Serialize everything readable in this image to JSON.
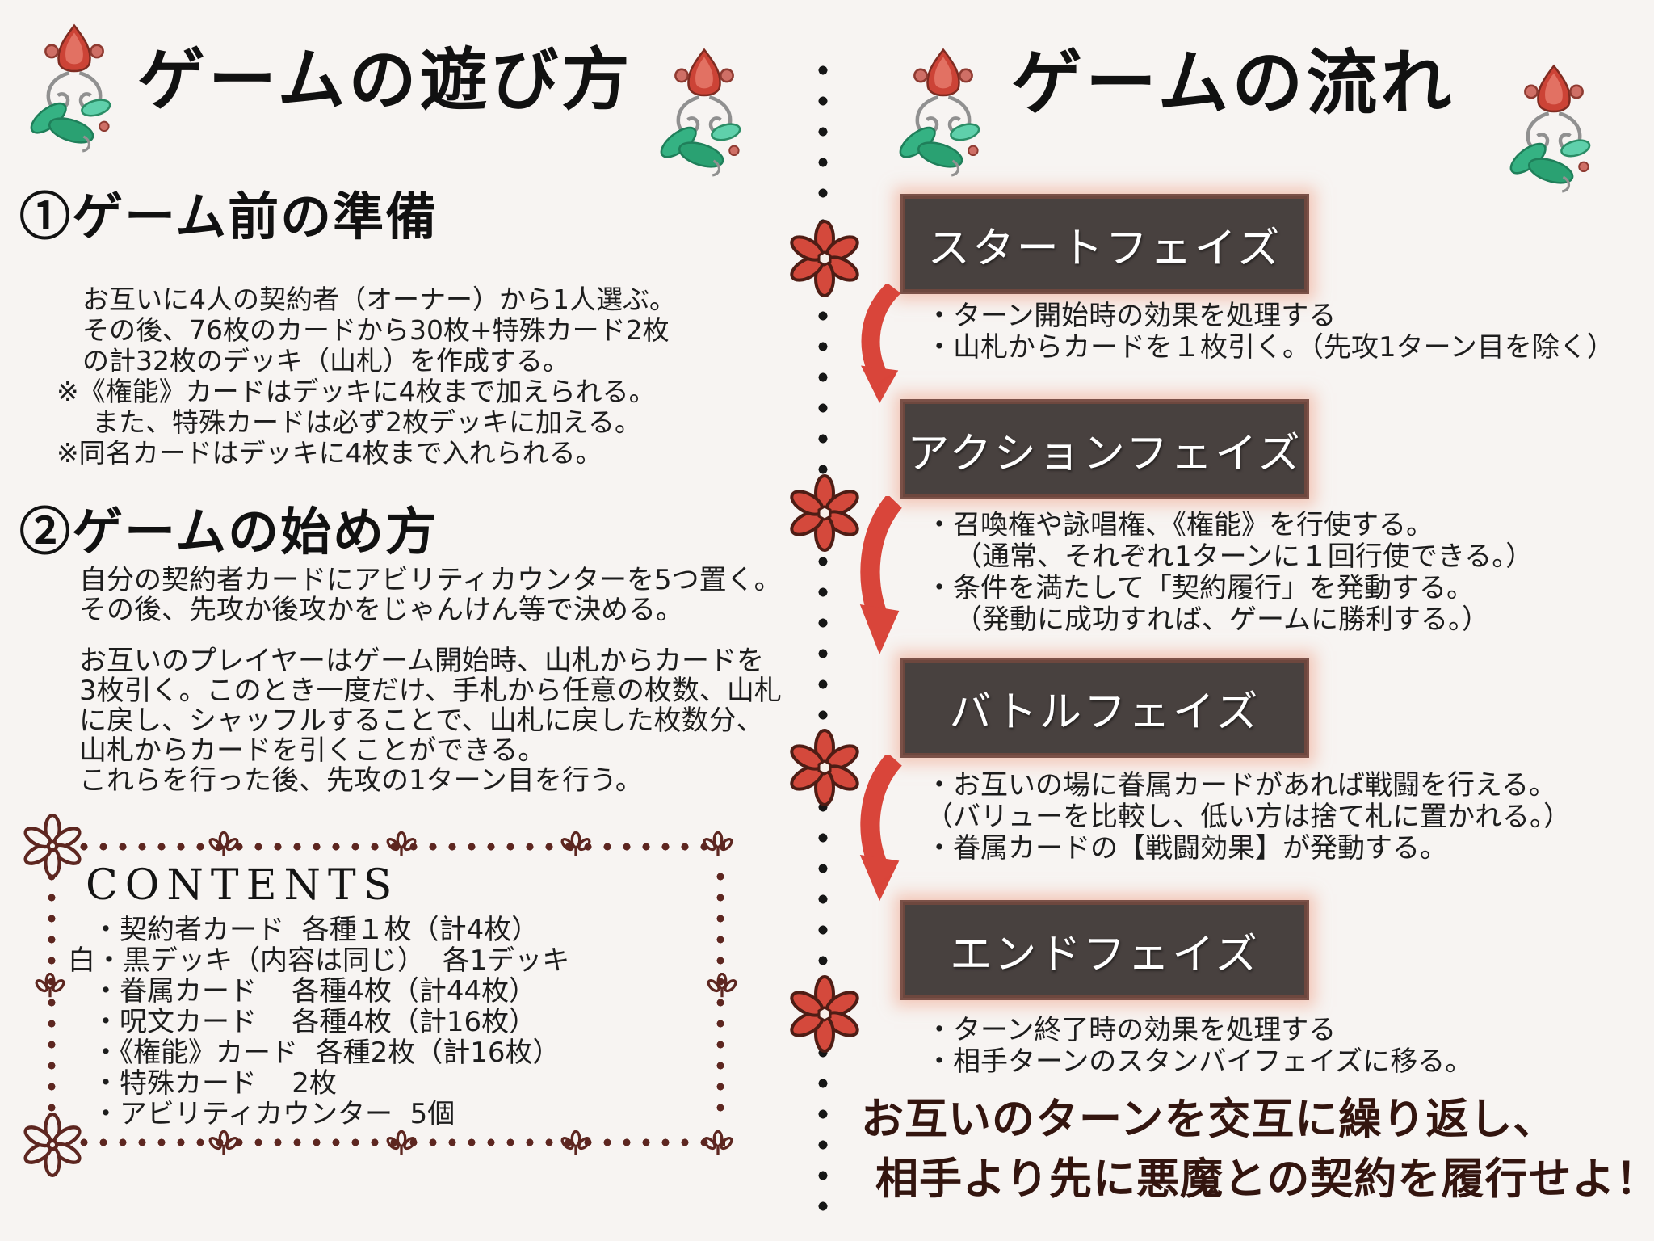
{
  "colors": {
    "background": "#f7f4f2",
    "accent_red": "#d9453a",
    "phase_box_bg": "#48413f",
    "phase_box_glow": "#f0b9a6",
    "phase_text": "#ffffff",
    "maroon_border": "#5d2620",
    "footer_text": "#33150f",
    "body_text": "#1d1d1d"
  },
  "icons": {
    "floral-ornament-icon": "rose-gem-with-swirls-and-leaves",
    "red-flower-icon": "six-petal-red-flower",
    "sprig-icon": "three-leaf-maroon-sprig",
    "corner-flower-icon": "six-petal-outline-flower",
    "arrow-down-icon": "curved-red-brush-arrow",
    "dotted-divider": "vertical-dotted-line"
  },
  "left": {
    "title": "ゲームの遊び方",
    "prep": {
      "heading": "①ゲーム前の準備",
      "lines": [
        "お互いに4人の契約者（オーナー）から1人選ぶ。",
        "その後、76枚のカードから30枚+特殊カード2枚",
        "の計32枚のデッキ（山札）を作成する。",
        "※《権能》カードはデッキに4枚まで加えられる。",
        "また、特殊カードは必ず2枚デッキに加える。",
        "※同名カードはデッキに4枚まで入れられる。"
      ]
    },
    "start": {
      "heading": "②ゲームの始め方",
      "para1": [
        "自分の契約者カードにアビリティカウンターを5つ置く。",
        "その後、先攻か後攻かをじゃんけん等で決める。"
      ],
      "para2": [
        "お互いのプレイヤーはゲーム開始時、山札からカードを",
        "3枚引く。このとき一度だけ、手札から任意の枚数、山札",
        "に戻し、シャッフルすることで、山札に戻した枚数分、",
        "山札からカードを引くことができる。",
        "これらを行った後、先攻の1ターン目を行う。"
      ]
    },
    "contents": {
      "title": "CONTENTS",
      "items": [
        "・契約者カード  各種１枚（計4枚）",
        "白・黒デッキ（内容は同じ）  各1デッキ",
        "・眷属カード    各種4枚（計44枚）",
        "・呪文カード    各種4枚（計16枚）",
        "・《権能》カード  各種2枚（計16枚）",
        "・特殊カード    2枚",
        "・アビリティカウンター  5個"
      ]
    }
  },
  "right": {
    "title": "ゲームの流れ",
    "phases": [
      {
        "name": "スタートフェイズ",
        "lines": [
          "・ターン開始時の効果を処理する",
          "・山札からカードを１枚引く。（先攻1ターン目を除く）"
        ]
      },
      {
        "name": "アクションフェイズ",
        "lines": [
          "・召喚権や詠唱権、《権能》を行使する。",
          "（通常、それぞれ1ターンに１回行使できる。）",
          "・条件を満たして「契約履行」を発動する。",
          "（発動に成功すれば、ゲームに勝利する。）"
        ]
      },
      {
        "name": "バトルフェイズ",
        "lines": [
          "・お互いの場に眷属カードがあれば戦闘を行える。",
          "（バリューを比較し、低い方は捨て札に置かれる。）",
          "・眷属カードの【戦闘効果】が発動する。"
        ]
      },
      {
        "name": "エンドフェイズ",
        "lines": [
          "・ターン終了時の効果を処理する",
          "・相手ターンのスタンバイフェイズに移る。"
        ]
      }
    ],
    "footer": [
      "お互いのターンを交互に繰り返し、",
      "相手より先に悪魔との契約を履行せよ！"
    ]
  }
}
